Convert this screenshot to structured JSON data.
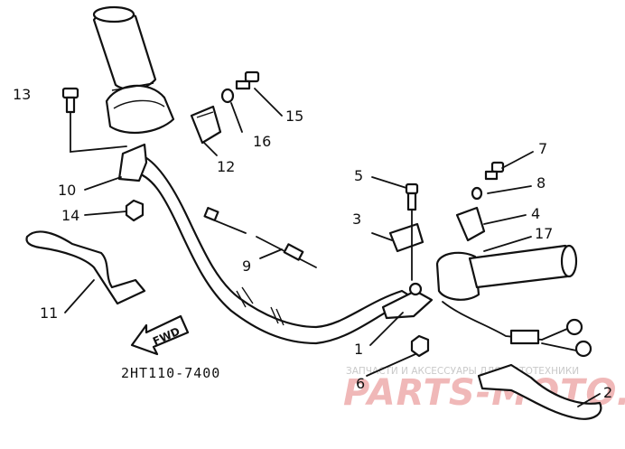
{
  "diagram": {
    "code_label": "2HT110-7400",
    "direction_label": "FWD",
    "watermark_top": "ЗАПЧАСТИ И АКСЕССУАРЫ ДЛЯ МОТОТЕХНИКИ",
    "watermark_brand": "PARTS-MOTO.RU",
    "callouts": [
      "1",
      "2",
      "3",
      "4",
      "5",
      "6",
      "7",
      "8",
      "9",
      "10",
      "11",
      "12",
      "13",
      "14",
      "15",
      "16",
      "17"
    ]
  }
}
